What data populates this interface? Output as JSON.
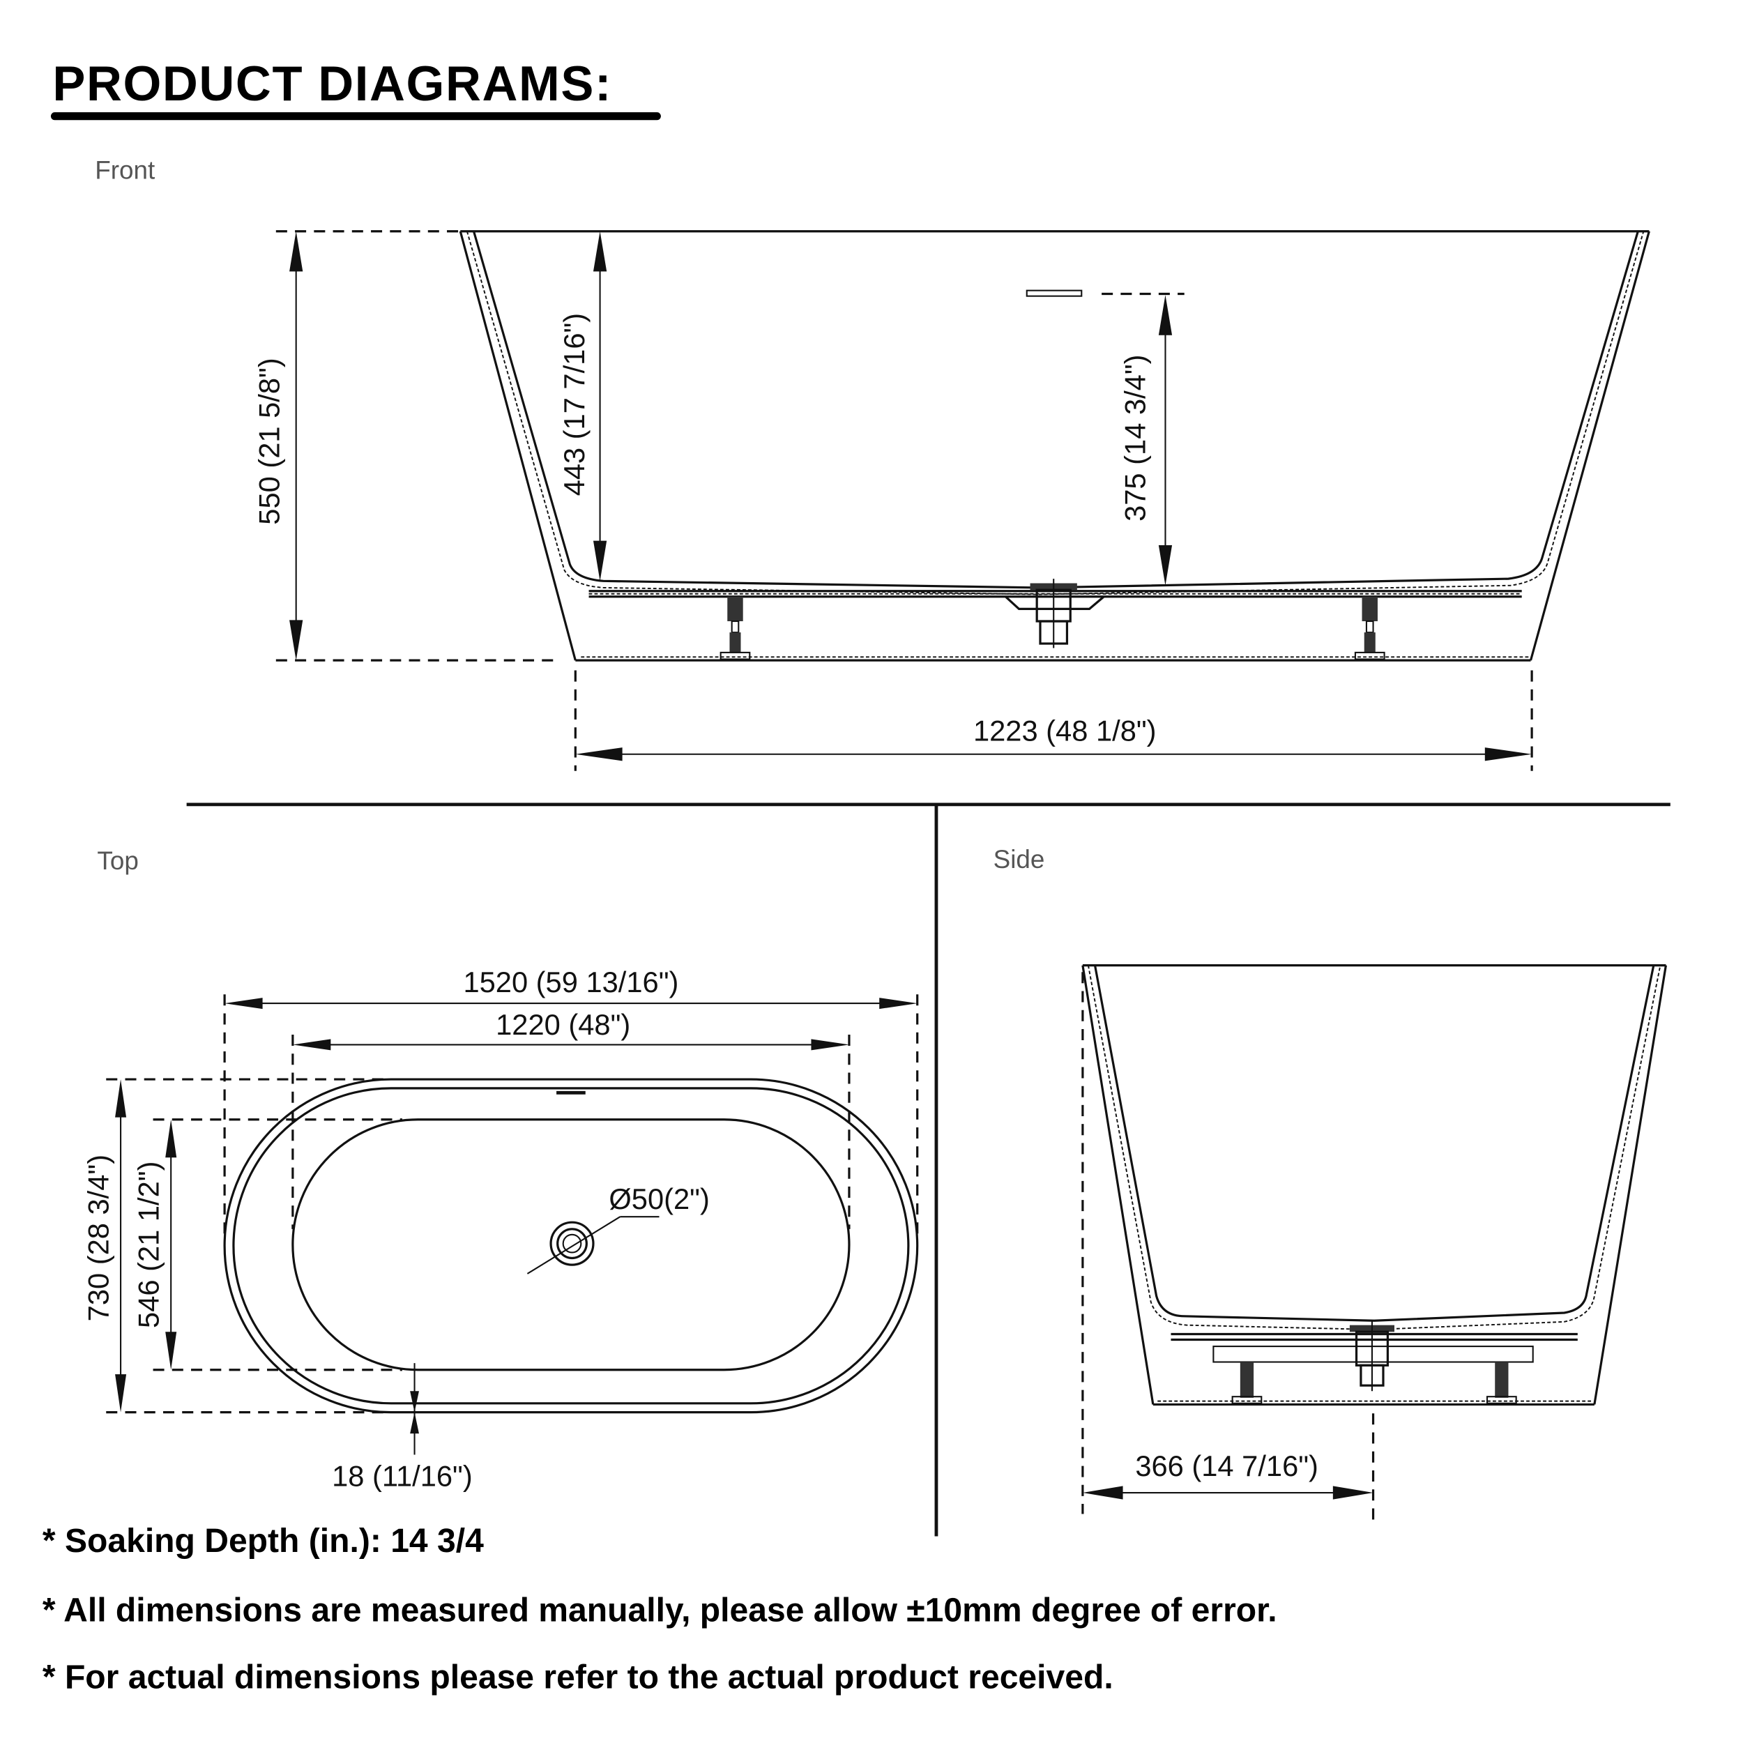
{
  "header": {
    "title": "PRODUCT DIAGRAMS:"
  },
  "views": {
    "front": {
      "label": "Front",
      "dims": {
        "overall_height": "550 (21 5/8\")",
        "interior_depth": "443 (17 7/16\")",
        "water_depth": "375 (14 3/4\")",
        "base_length": "1223 (48 1/8\")"
      }
    },
    "top": {
      "label": "Top",
      "dims": {
        "overall_length": "1520 (59 13/16\")",
        "interior_length": "1220 (48\")",
        "overall_width": "730 (28 3/4\")",
        "interior_width": "546 (21 1/2\")",
        "drain_diameter": "Ø50(2\")",
        "rim_thickness": "18 (11/16\")"
      }
    },
    "side": {
      "label": "Side",
      "dims": {
        "drain_offset": "366 (14 7/16\")"
      }
    }
  },
  "notes": [
    "* Soaking Depth (in.): 14 3/4",
    "* All dimensions are measured manually, please allow ±10mm degree of error.",
    "* For actual dimensions please refer to the actual product received."
  ],
  "colors": {
    "line": "#111111",
    "label": "#555555",
    "background": "#ffffff"
  }
}
